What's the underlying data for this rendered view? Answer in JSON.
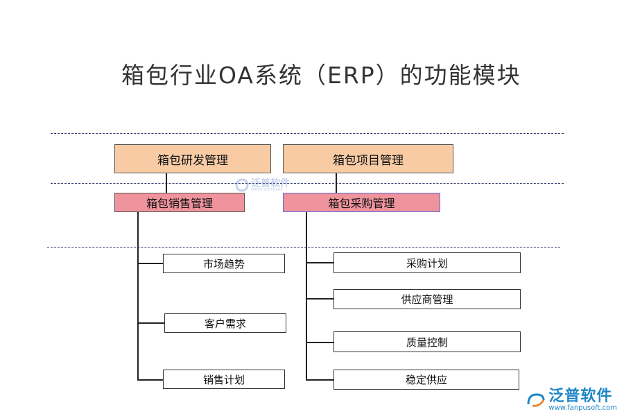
{
  "title": "箱包行业OA系统（ERP）的功能模块",
  "top_boxes": [
    "箱包研发管理",
    "箱包项目管理"
  ],
  "mid_boxes": [
    "箱包销售管理",
    "箱包采购管理"
  ],
  "left_children": [
    "市场趋势",
    "客户需求",
    "销售计划"
  ],
  "right_children": [
    "采购计划",
    "供应商管理",
    "质量控制",
    "稳定供应"
  ],
  "watermark": {
    "text": "泛普软件",
    "sub": "FANPU SOFTWARE"
  },
  "logo": {
    "text": "泛普软件",
    "url": "www.fanpusoft.com",
    "color": "#1f86c6"
  },
  "colors": {
    "peach": "#f8cba4",
    "pink": "#ef949d",
    "dash": "#2f3a6b"
  }
}
